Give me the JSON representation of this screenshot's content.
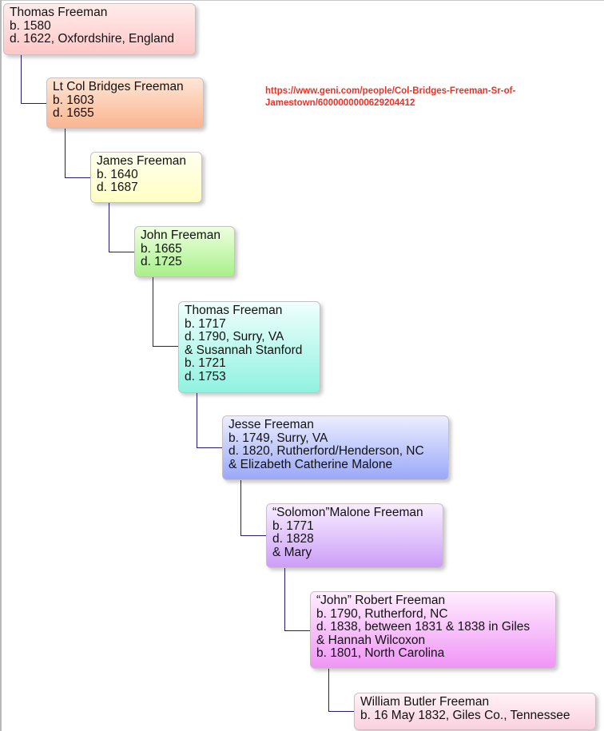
{
  "source_link": {
    "lines": [
      "https://www.geni.com/people/Col-Bridges-Freeman-Sr-of-",
      "Jamestown/6000000000629204412"
    ],
    "color": "#e8322a"
  },
  "connector_color": "#2b1b6e",
  "people": [
    {
      "name": "Thomas Freeman",
      "lines": [
        "b. 1580",
        "d. 1622, Oxfordshire, England"
      ],
      "color": "#ffc7c7"
    },
    {
      "name": "Lt Col Bridges Freeman",
      "lines": [
        "b. 1603",
        "d. 1655"
      ],
      "color": "#f9b590"
    },
    {
      "name": "James Freeman",
      "lines": [
        "b. 1640",
        "d. 1687"
      ],
      "color": "#ffffc4"
    },
    {
      "name": "John Freeman",
      "lines": [
        "b. 1665",
        "d. 1725"
      ],
      "color": "#a8f08a"
    },
    {
      "name": "Thomas Freeman",
      "lines": [
        "b. 1717",
        "d. 1790, Surry, VA",
        "& Susannah Stanford",
        "b. 1721",
        "d. 1753"
      ],
      "color": "#90f2e0"
    },
    {
      "name": "Jesse Freeman",
      "lines": [
        "b. 1749, Surry, VA",
        "d. 1820, Rutherford/Henderson, NC",
        "& Elizabeth Catherine Malone"
      ],
      "color": "#9aa8f8"
    },
    {
      "name": "“Solomon”Malone Freeman",
      "lines": [
        "b. 1771",
        "d. 1828",
        "& Mary"
      ],
      "color": "#cc9ef8"
    },
    {
      "name": "“John” Robert Freeman",
      "lines": [
        "b. 1790, Rutherford, NC",
        "d. 1838, between 1831 & 1838 in Giles",
        "& Hannah Wilcoxon",
        "b. 1801, North Carolina"
      ],
      "color": "#ef95f5"
    },
    {
      "name": "William Butler Freeman",
      "lines": [
        "b. 16 May 1832, Giles Co., Tennessee"
      ],
      "color": "#fad2df"
    }
  ]
}
